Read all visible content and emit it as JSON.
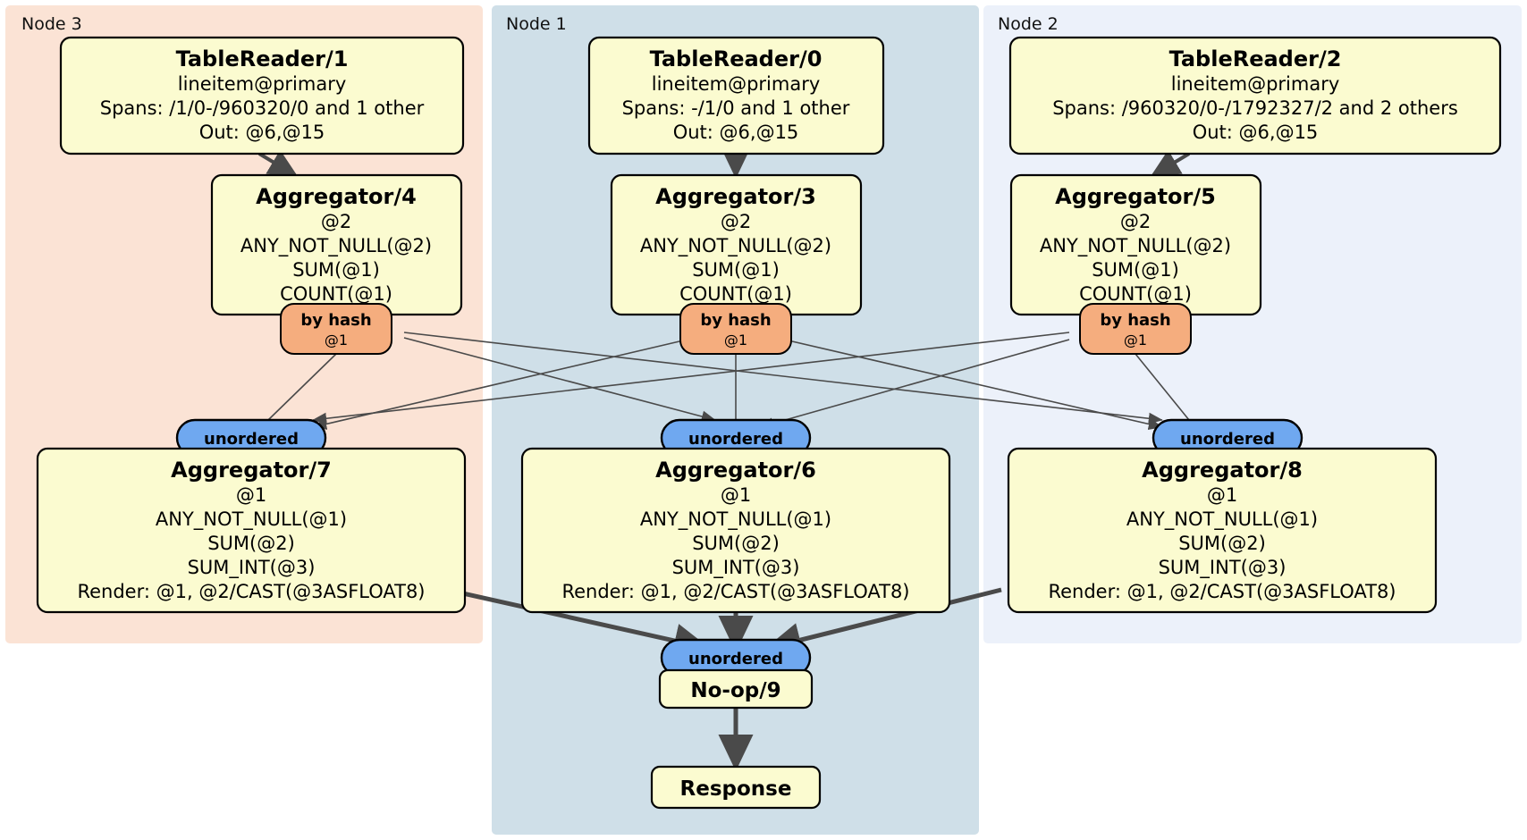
{
  "diagram": {
    "type": "distributed-query-plan",
    "colors": {
      "node3_panel": "#fbe3d5",
      "node1_panel": "#cfdfe8",
      "node2_panel": "#ecf1fa",
      "box_fill": "#fbfbd0",
      "box_stroke": "#000000",
      "hash_pill_fill": "#f5ad7e",
      "unordered_pill_fill": "#6fa8f0",
      "edge_thin": "#4a4a4a",
      "edge_thick": "#4a4a4a"
    },
    "panels": [
      {
        "id": "node3",
        "label": "Node 3"
      },
      {
        "id": "node1",
        "label": "Node 1"
      },
      {
        "id": "node2",
        "label": "Node 2"
      }
    ],
    "processors": {
      "table_reader_1": {
        "title": "TableReader/1",
        "lines": [
          "lineitem@primary",
          "Spans: /1/0-/960320/0 and 1 other",
          "Out: @6,@15"
        ]
      },
      "table_reader_0": {
        "title": "TableReader/0",
        "lines": [
          "lineitem@primary",
          "Spans: -/1/0 and 1 other",
          "Out: @6,@15"
        ]
      },
      "table_reader_2": {
        "title": "TableReader/2",
        "lines": [
          "lineitem@primary",
          "Spans: /960320/0-/1792327/2 and 2 others",
          "Out: @6,@15"
        ]
      },
      "aggregator_4": {
        "title": "Aggregator/4",
        "lines": [
          "@2",
          "ANY_NOT_NULL(@2)",
          "SUM(@1)",
          "COUNT(@1)"
        ]
      },
      "aggregator_3": {
        "title": "Aggregator/3",
        "lines": [
          "@2",
          "ANY_NOT_NULL(@2)",
          "SUM(@1)",
          "COUNT(@1)"
        ]
      },
      "aggregator_5": {
        "title": "Aggregator/5",
        "lines": [
          "@2",
          "ANY_NOT_NULL(@2)",
          "SUM(@1)",
          "COUNT(@1)"
        ]
      },
      "aggregator_7": {
        "title": "Aggregator/7",
        "lines": [
          "@1",
          "ANY_NOT_NULL(@1)",
          "SUM(@2)",
          "SUM_INT(@3)",
          "Render: @1, @2/CAST(@3ASFLOAT8)"
        ]
      },
      "aggregator_6": {
        "title": "Aggregator/6",
        "lines": [
          "@1",
          "ANY_NOT_NULL(@1)",
          "SUM(@2)",
          "SUM_INT(@3)",
          "Render: @1, @2/CAST(@3ASFLOAT8)"
        ]
      },
      "aggregator_8": {
        "title": "Aggregator/8",
        "lines": [
          "@1",
          "ANY_NOT_NULL(@1)",
          "SUM(@2)",
          "SUM_INT(@3)",
          "Render: @1, @2/CAST(@3ASFLOAT8)"
        ]
      },
      "noop_9": {
        "title": "No-op/9",
        "lines": []
      },
      "response": {
        "title": "Response",
        "lines": []
      }
    },
    "routers": {
      "hash_left": {
        "label": "by hash",
        "sub": "@1"
      },
      "hash_center": {
        "label": "by hash",
        "sub": "@1"
      },
      "hash_right": {
        "label": "by hash",
        "sub": "@1"
      },
      "unordered_left": {
        "label": "unordered"
      },
      "unordered_center": {
        "label": "unordered"
      },
      "unordered_right": {
        "label": "unordered"
      },
      "unordered_final": {
        "label": "unordered"
      }
    }
  }
}
